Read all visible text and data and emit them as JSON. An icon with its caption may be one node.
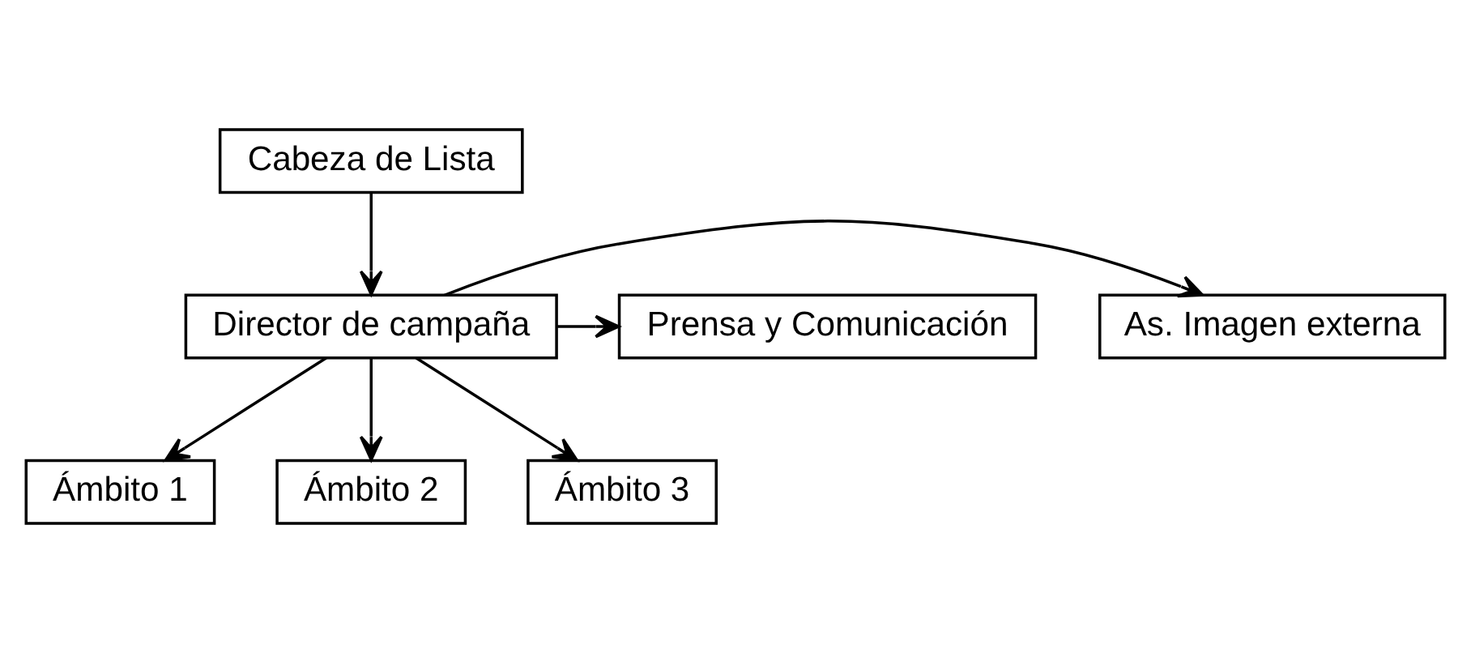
{
  "diagram": {
    "nodes": [
      {
        "text": [
          "Cabeza de Lista"
        ]
      },
      {
        "text": [
          "Director de campaña"
        ]
      },
      {
        "text": [
          "Prensa y Comunicación"
        ]
      },
      {
        "text": [
          "As. Imagen externa"
        ]
      },
      {
        "text": [
          "Ámbito 1"
        ]
      },
      {
        "text": [
          "Ámbito 2"
        ]
      },
      {
        "text": [
          "Ámbito 3"
        ]
      }
    ],
    "edges": [
      {
        "from": 0,
        "to": 1,
        "arrow": "to"
      },
      {
        "from": 1,
        "to": 2,
        "arrow": "to"
      },
      {
        "from": 1,
        "to": 3,
        "arrow": "to"
      },
      {
        "from": 1,
        "to": 4,
        "arrow": "to"
      },
      {
        "from": 1,
        "to": 5,
        "arrow": "to"
      },
      {
        "from": 1,
        "to": 6,
        "arrow": "to"
      }
    ]
  }
}
